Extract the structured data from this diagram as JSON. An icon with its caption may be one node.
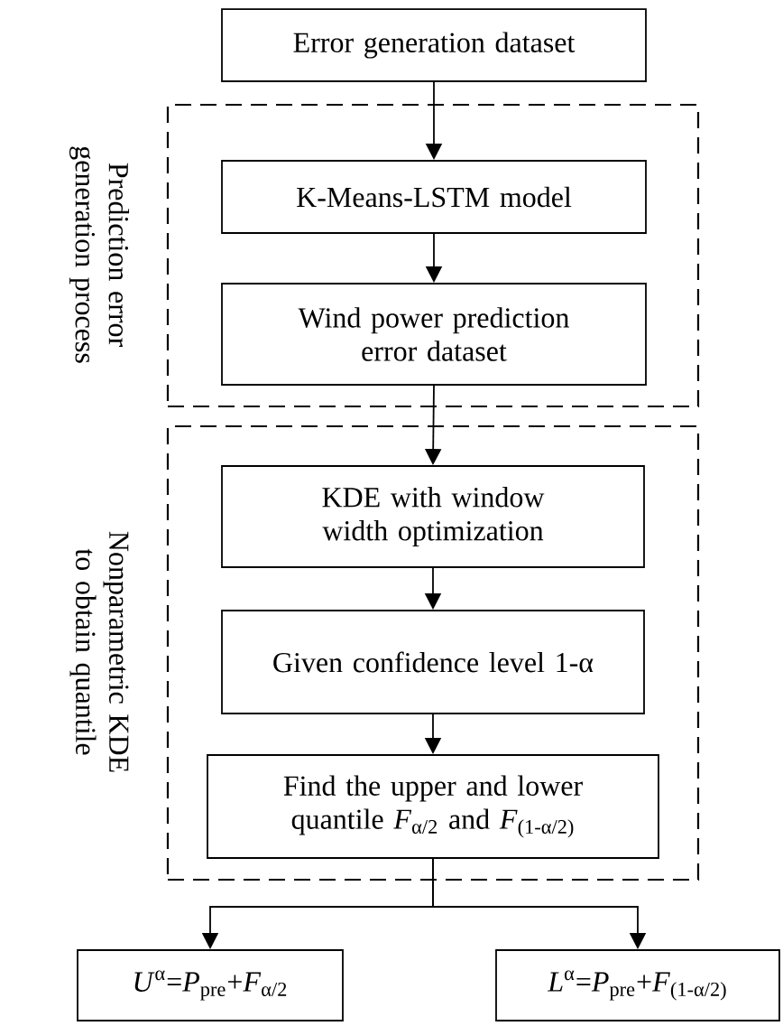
{
  "diagram": {
    "nodes": [
      {
        "text": [
          "Error generation dataset"
        ]
      },
      {
        "text": [
          "Prediction error generation process"
        ]
      },
      {
        "text": [
          "K-Means-LSTM model"
        ],
        "in": 1
      },
      {
        "text": [
          "Wind power prediction error dataset"
        ],
        "in": 1
      },
      {
        "text": [
          "Nonparametric KDE to obtain quantile"
        ]
      },
      {
        "text": [
          "KDE with window width optimization"
        ],
        "in": 4
      },
      {
        "text": [
          "Given confidence level 1-α"
        ],
        "in": 4
      },
      {
        "text": [
          "Find the upper and lower quantile *F*$_{α/2}$ and *F*$_{(1-α/2)}$"
        ],
        "in": 4
      },
      {
        "text": [
          "*U*$^{α}$=*P*$_{pre}$+*F*$_{α/2}$"
        ]
      },
      {
        "text": [
          "*L*$^{α}$=*P*$_{pre}$+*F*$_{(1-α/2)}$"
        ]
      }
    ],
    "edges": [
      {
        "from": 0,
        "to": 2,
        "arrow": "to"
      },
      {
        "from": 2,
        "to": 3,
        "arrow": "to"
      },
      {
        "from": 3,
        "to": 5,
        "arrow": "to"
      },
      {
        "from": 5,
        "to": 6,
        "arrow": "to"
      },
      {
        "from": 6,
        "to": 7,
        "arrow": "to"
      },
      {
        "from": 7,
        "to": 8,
        "arrow": "to"
      },
      {
        "from": 7,
        "to": 9,
        "arrow": "to"
      }
    ]
  }
}
